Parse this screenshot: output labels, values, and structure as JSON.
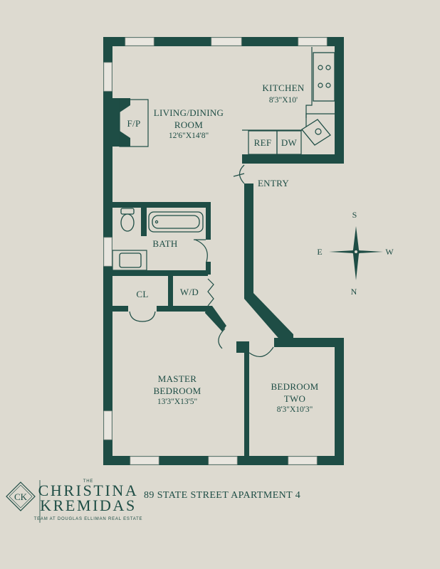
{
  "floorplan": {
    "rooms": [
      {
        "id": "living",
        "name": "LIVING/DINING",
        "name2": "ROOM",
        "size": "12'6\"X14'8\""
      },
      {
        "id": "kitchen",
        "name": "KITCHEN",
        "size": "8'3\"X10'"
      },
      {
        "id": "master",
        "name": "MASTER",
        "name2": "BEDROOM",
        "size": "13'3\"X13'5\""
      },
      {
        "id": "bedroom2",
        "name": "BEDROOM",
        "name2": "TWO",
        "size": "8'3\"X10'3\""
      }
    ],
    "labels": {
      "fireplace": "F/P",
      "ref": "REF",
      "dw": "DW",
      "entry": "ENTRY",
      "bath": "BATH",
      "closet": "CL",
      "washer_dryer": "W/D"
    }
  },
  "compass": {
    "north": "N",
    "south": "S",
    "east": "E",
    "west": "W"
  },
  "branding": {
    "monogram": "CK",
    "the": "THE",
    "line1": "CHRISTINA",
    "line2": "KREMIDAS",
    "tagline": "TEAM AT DOUGLAS ELLIMAN REAL ESTATE"
  },
  "address": "89 STATE STREET APARTMENT 4",
  "colors": {
    "wall": "#1e4d45",
    "background": "#dddad0"
  }
}
